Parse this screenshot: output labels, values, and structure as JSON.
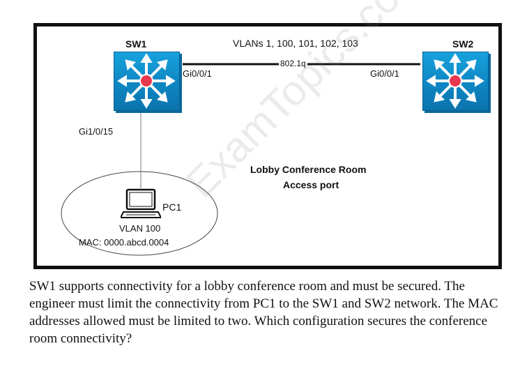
{
  "diagram": {
    "sw1_label": "SW1",
    "sw2_label": "SW2",
    "vlans_label": "VLANs 1, 100, 101, 102, 103",
    "trunk_label": "802.1q",
    "sw1_uplink_port": "Gi0/0/1",
    "sw2_uplink_port": "Gi0/0/1",
    "sw1_access_port": "Gi1/0/15",
    "room_label_line1": "Lobby Conference Room",
    "room_label_line2": "Access port",
    "pc_label": "PC1",
    "pc_vlan": "VLAN 100",
    "pc_mac": "MAC: 0000.abcd.0004",
    "watermark": "ExamTopics.com",
    "colors": {
      "switch_blue": "#1196d2",
      "switch_core": "#e8384f",
      "border": "#111111"
    },
    "icons": [
      "switch-icon",
      "laptop-icon"
    ]
  },
  "question": {
    "text": "SW1 supports connectivity for a lobby conference room and must be secured. The engineer must limit the connectivity from PC1 to the SW1 and SW2 network. The MAC addresses allowed must be limited to two. Which configuration secures the conference room connectivity?"
  }
}
